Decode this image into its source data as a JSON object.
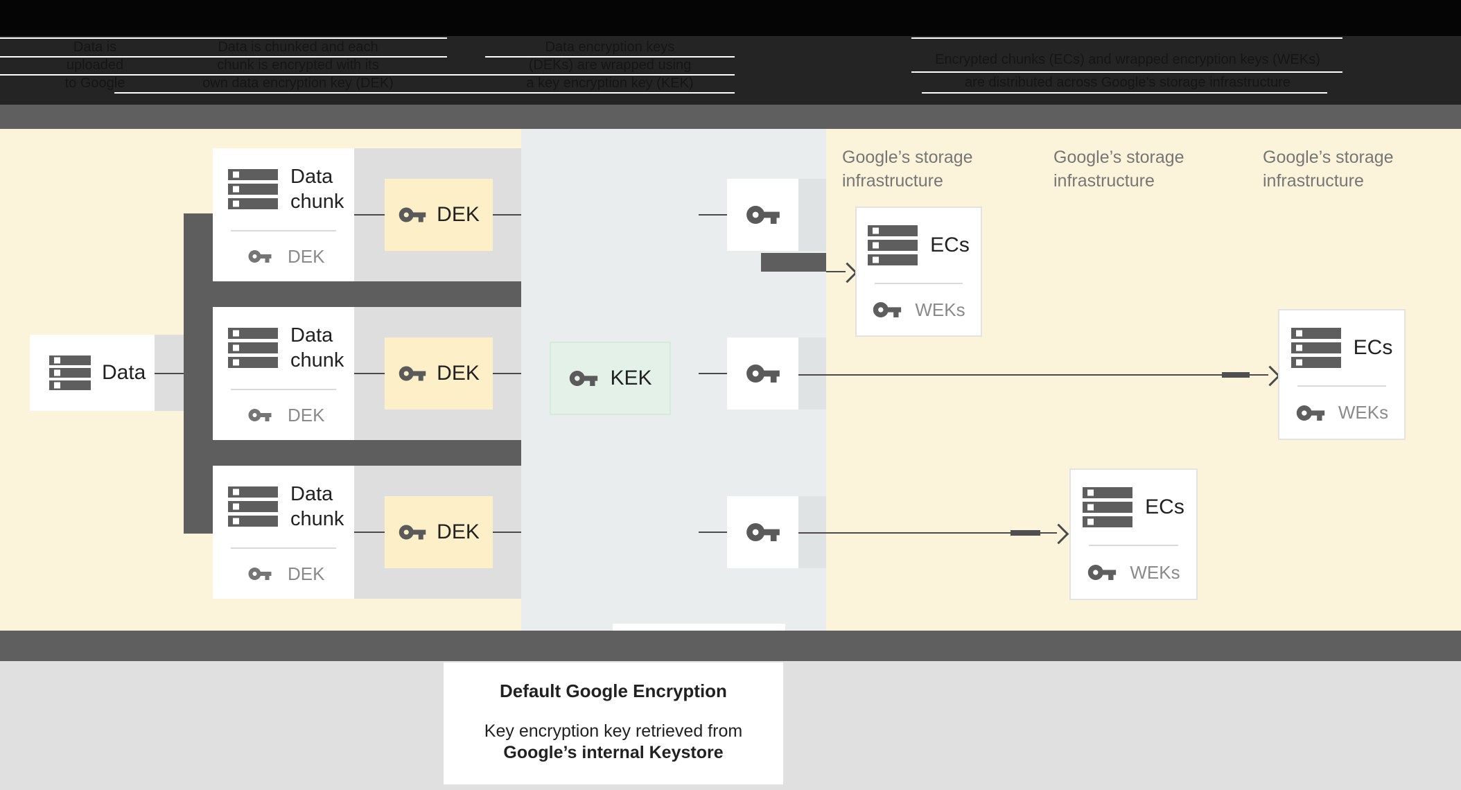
{
  "header": {
    "columns": [
      {
        "lines": [
          "Data is",
          "uploaded",
          "to Google"
        ]
      },
      {
        "lines": [
          "Data is chunked and each",
          "chunk is encrypted with its",
          "own data encryption key (DEK)"
        ]
      },
      {
        "lines": [
          "Data encryption keys",
          "(DEKs) are wrapped using",
          "a key encryption key (KEK)"
        ]
      },
      {
        "lines": [
          "Encrypted chunks (ECs) and wrapped encryption keys (WEKs)",
          "are distributed across Google’s storage infrastructure"
        ]
      }
    ]
  },
  "diagram": {
    "data_box": {
      "label": "Data"
    },
    "rows": [
      {
        "chunk_label": "Data chunk",
        "chunk_key_label": "DEK",
        "dek_label": "DEK"
      },
      {
        "chunk_label": "Data chunk",
        "chunk_key_label": "DEK",
        "dek_label": "DEK"
      },
      {
        "chunk_label": "Data chunk",
        "chunk_key_label": "DEK",
        "dek_label": "DEK"
      }
    ],
    "kek": {
      "label": "KEK"
    },
    "storage_labels": [
      "Google’s storage infrastructure",
      "Google’s storage infrastructure",
      "Google’s storage infrastructure"
    ],
    "ecs_boxes": [
      {
        "label": "ECs",
        "key_label": "WEKs"
      },
      {
        "label": "ECs",
        "key_label": "WEKs"
      },
      {
        "label": "ECs",
        "key_label": "WEKs"
      }
    ]
  },
  "caption": {
    "title": "Default Google Encryption",
    "line1": "Key encryption key retrieved from",
    "line2": "Google’s internal Keystore"
  },
  "colors": {
    "header_bg": "#050505",
    "header_band": "#242424",
    "bar_gray": "#5f5f5f",
    "cream_bg": "#fcf4da",
    "row_strip": "#dedede",
    "dek_fill": "#fdf0c8",
    "mid_panel": "#e9edee",
    "kek_fill": "#e3f1e8",
    "kek_border": "#d7e8dd",
    "line": "#4a4a4a",
    "icon_dark": "#5a5a5a",
    "text_dark": "#212121",
    "text_gray": "#8a8a8a",
    "label_gray": "#767676",
    "bottom_area": "#e0e0e0"
  }
}
